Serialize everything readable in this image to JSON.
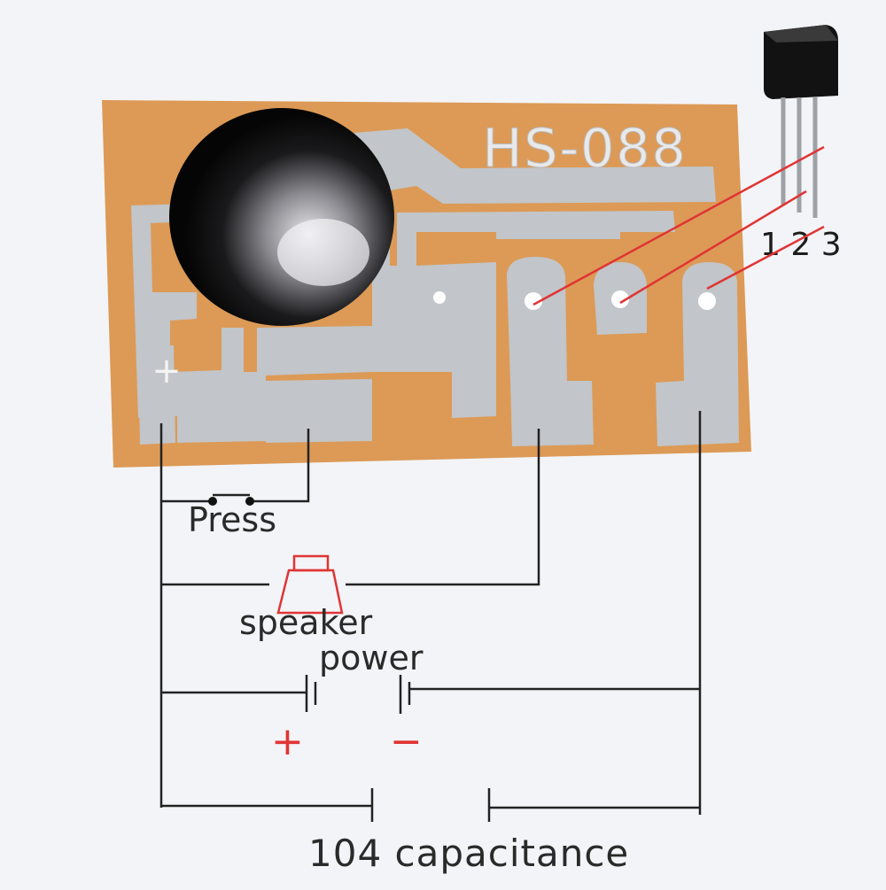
{
  "board": {
    "model": "HS-088",
    "plus_mark": "+"
  },
  "transistor": {
    "pin_numbers": "1 2 3"
  },
  "labels": {
    "press": "Press",
    "speaker": "speaker",
    "power": "power",
    "plus": "+",
    "minus": "−",
    "capacitor": "104 capacitance"
  },
  "colors": {
    "board": "#dc9a56",
    "copper": "#c2c5c9",
    "wire": "#222222",
    "accent": "#e03434",
    "background": "#f3f4f7"
  }
}
